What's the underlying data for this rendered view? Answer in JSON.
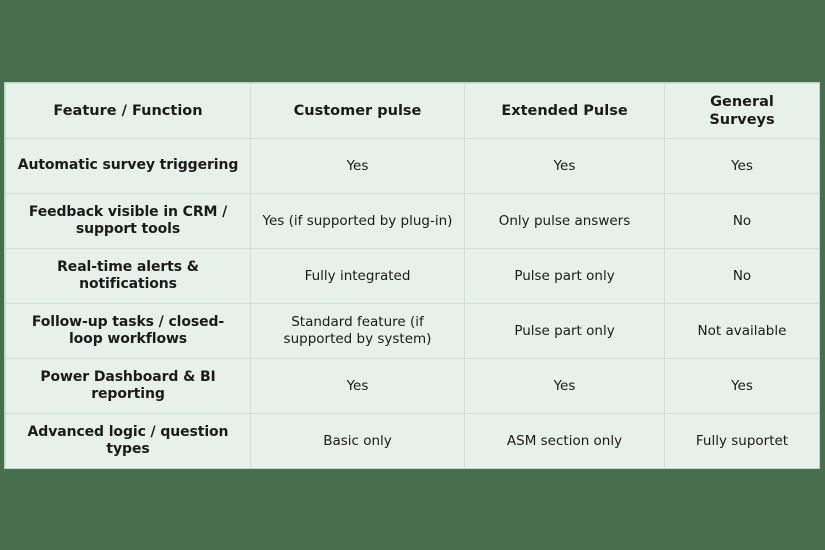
{
  "theme": {
    "background_color": "#476e4d",
    "cell_background_color": "#e7f0ea",
    "grid_line_color": "#cfe0d5",
    "text_color": "#1b1b1b"
  },
  "table": {
    "columns": [
      "Feature / Function",
      "Customer pulse",
      "Extended Pulse",
      "General Surveys"
    ],
    "rows": [
      {
        "feature": "Automatic survey triggering",
        "customer_pulse": "Yes",
        "extended_pulse": "Yes",
        "general_surveys": "Yes"
      },
      {
        "feature": "Feedback visible in CRM / support tools",
        "customer_pulse": "Yes (if supported by plug-in)",
        "extended_pulse": "Only pulse answers",
        "general_surveys": "No"
      },
      {
        "feature": "Real-time alerts & notifications",
        "customer_pulse": "Fully integrated",
        "extended_pulse": "Pulse part only",
        "general_surveys": "No"
      },
      {
        "feature": "Follow-up tasks / closed-loop workflows",
        "customer_pulse": "Standard feature (if supported by system)",
        "extended_pulse": "Pulse part only",
        "general_surveys": "Not available"
      },
      {
        "feature": "Power Dashboard & BI reporting",
        "customer_pulse": "Yes",
        "extended_pulse": "Yes",
        "general_surveys": "Yes"
      },
      {
        "feature": "Advanced logic / question types",
        "customer_pulse": "Basic only",
        "extended_pulse": "ASM section only",
        "general_surveys": "Fully suportet"
      }
    ]
  }
}
